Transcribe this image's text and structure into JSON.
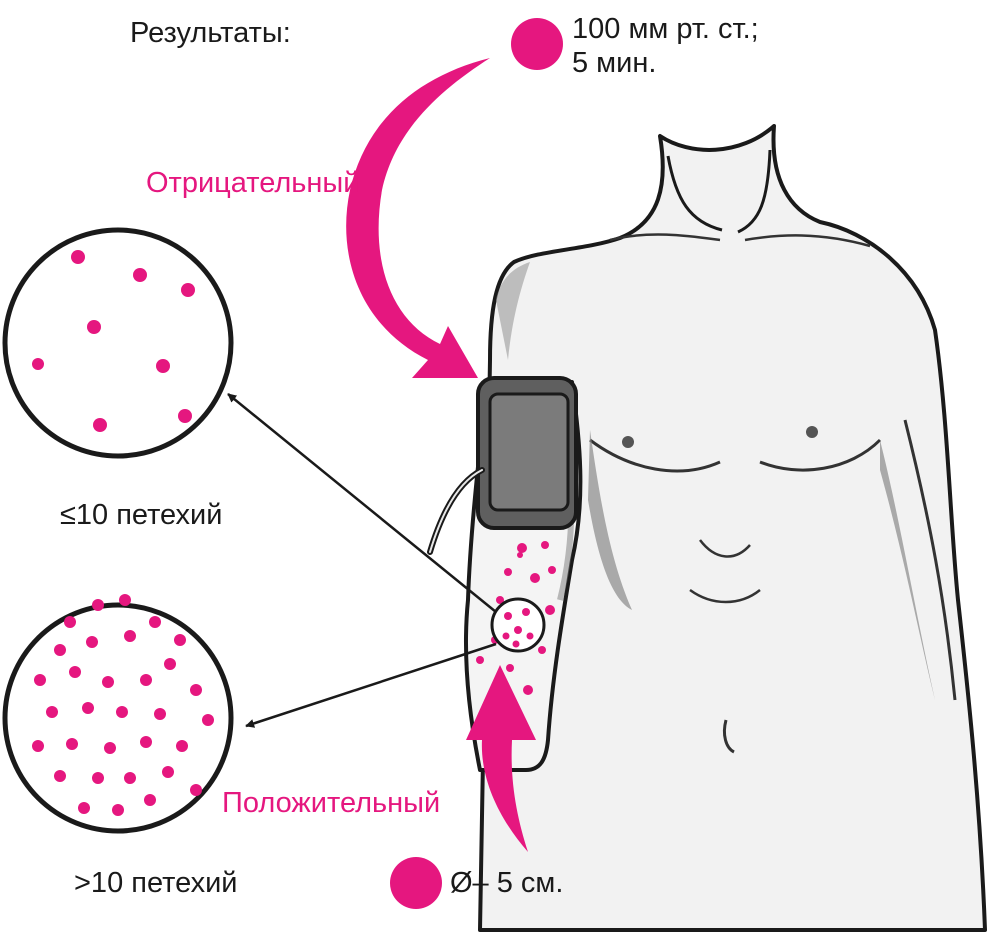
{
  "title": "Результаты:",
  "pressure": {
    "line1": "100 мм рт. ст.;",
    "line2": "5 мин."
  },
  "negative": {
    "label": "Отрицательный",
    "count": "≤10 петехий"
  },
  "positive": {
    "label": "Положительный",
    "count": ">10 петехий"
  },
  "area": {
    "label": "Ø– 5 см."
  },
  "colors": {
    "accent": "#e5177f",
    "ink": "#1a1a1a",
    "cuff": "#5f5f5f"
  }
}
